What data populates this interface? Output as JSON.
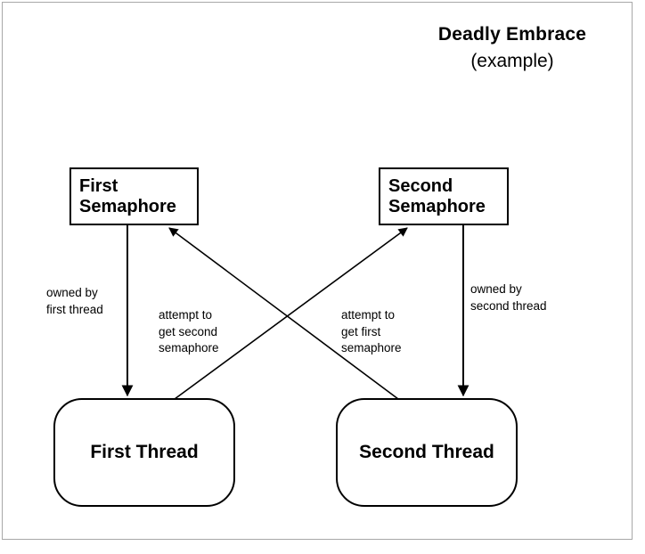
{
  "title": {
    "main": "Deadly Embrace",
    "sub": "(example)"
  },
  "nodes": {
    "semaphore_first": {
      "line1": "First",
      "line2": "Semaphore"
    },
    "semaphore_second": {
      "line1": "Second",
      "line2": "Semaphore"
    },
    "thread_first": {
      "label": "First Thread"
    },
    "thread_second": {
      "label": "Second Thread"
    }
  },
  "edges": {
    "owned_by_first": {
      "line1": "owned by",
      "line2": "first thread"
    },
    "attempt_get_second": {
      "line1": "attempt to",
      "line2": "get second",
      "line3": "semaphore"
    },
    "attempt_get_first": {
      "line1": "attempt to",
      "line2": "get first",
      "line3": "semaphore"
    },
    "owned_by_second": {
      "line1": "owned by",
      "line2": "second thread"
    }
  },
  "colors": {
    "stroke": "#000000",
    "background": "#ffffff",
    "frame": "#a8a8a8"
  }
}
